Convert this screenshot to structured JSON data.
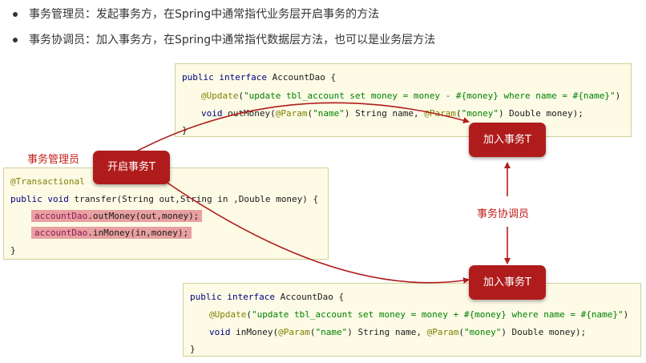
{
  "bullets": [
    "事务管理员：发起事务方，在Spring中通常指代业务层开启事务的方法",
    "事务协调员：加入事务方，在Spring中通常指代数据层方法，也可以是业务层方法"
  ],
  "dao_top": {
    "l1_kw": "public interface",
    "l1_rest": " AccountDao {",
    "l2_ann": "@Update",
    "l2_p1": "(",
    "l2_str": "\"update tbl_account set money = money - #{money} where name = #{name}\"",
    "l2_p2": ")",
    "l3_kw": "void",
    "l3_a": " outMoney(",
    "l3_ann1": "@Param",
    "l3_b": "(",
    "l3_str1": "\"name\"",
    "l3_c": ") String name, ",
    "l3_ann2": "@Param",
    "l3_d": "(",
    "l3_str2": "\"money\"",
    "l3_e": ") Double money);",
    "l4": "}"
  },
  "service": {
    "l1_ann": "@Transactional",
    "l2_kw": "public void",
    "l2_rest": " transfer(String out,String in ,Double money) {",
    "l3_fld": "accountDao",
    "l3_rest": ".outMoney(out,money);",
    "l4_fld": "accountDao",
    "l4_rest": ".inMoney(in,money);",
    "l5": "}"
  },
  "dao_bottom": {
    "l1_kw": "public interface",
    "l1_rest": " AccountDao {",
    "l2_ann": "@Update",
    "l2_p1": "(",
    "l2_str": "\"update tbl_account set money = money + #{money} where name = #{name}\"",
    "l2_p2": ")",
    "l3_kw": "void",
    "l3_a": " inMoney(",
    "l3_ann1": "@Param",
    "l3_b": "(",
    "l3_str1": "\"name\"",
    "l3_c": ") String name, ",
    "l3_ann2": "@Param",
    "l3_d": "(",
    "l3_str2": "\"money\"",
    "l3_e": ") Double money);",
    "l4": "}"
  },
  "labels": {
    "manager": "事务管理员",
    "coordinator": "事务协调员",
    "open_tx": "开启事务T",
    "join_tx_top": "加入事务T",
    "join_tx_bottom": "加入事务T"
  },
  "colors": {
    "accent": "#b01c1c",
    "label": "#c0201c",
    "code_bg": "#fdfbe6"
  }
}
